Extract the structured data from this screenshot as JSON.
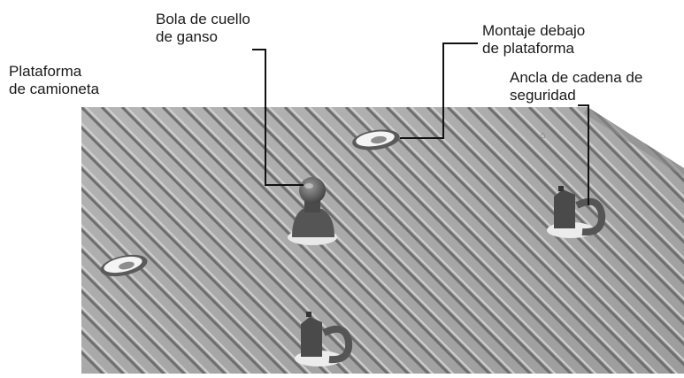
{
  "labels": {
    "gooseneck_ball": [
      "Bola de cuello",
      "de ganso"
    ],
    "under_bed_mount": [
      "Montaje debajo",
      "de plataforma"
    ],
    "truck_bed": [
      "Plataforma",
      "de camioneta"
    ],
    "safety_chain_anchor": [
      "Ancla de cadena de",
      "seguridad"
    ]
  },
  "colors": {
    "bed_base": "#a9a9a9",
    "groove_dark": "#6e6e6e",
    "groove_light": "#cfcfcf",
    "hardware_dark": "#4a4a4a",
    "hardware_mid": "#7a7a7a",
    "hardware_light": "#b8b8b8",
    "opening_white": "#f4f4f4",
    "leader_line": "#111111"
  }
}
